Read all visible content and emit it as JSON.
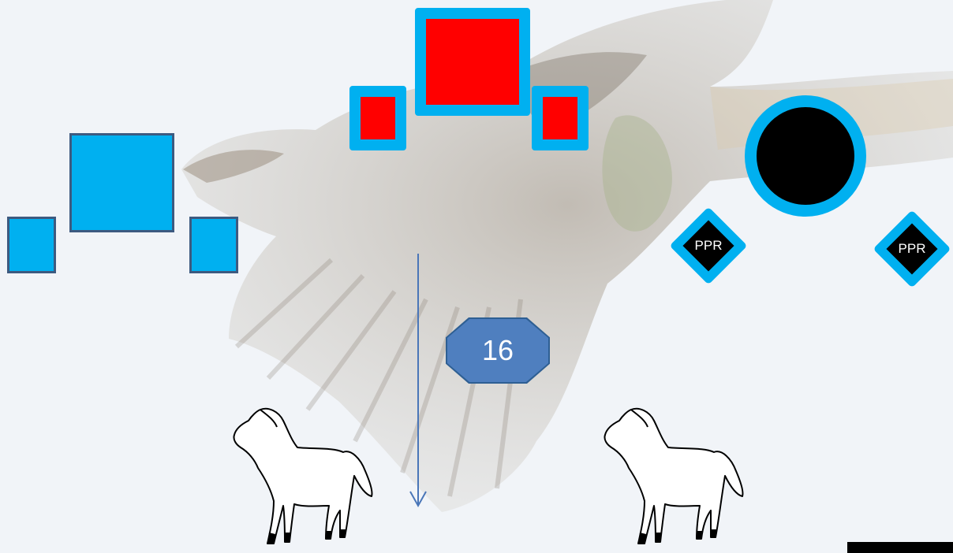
{
  "colors": {
    "accent_blue": "#00b0f0",
    "fill_red": "#ff0000",
    "fill_black": "#000000",
    "octagon_fill": "#4f7fbf",
    "arrow_color": "#4a76b8",
    "background": "#f1f4f8"
  },
  "badges": {
    "number_badge": "16"
  },
  "diamonds": {
    "left_label": "PPR",
    "right_label": "PPR"
  },
  "icons": {
    "horse_left": "horse-icon",
    "horse_right": "horse-icon",
    "background_image": "eagle-icon"
  }
}
